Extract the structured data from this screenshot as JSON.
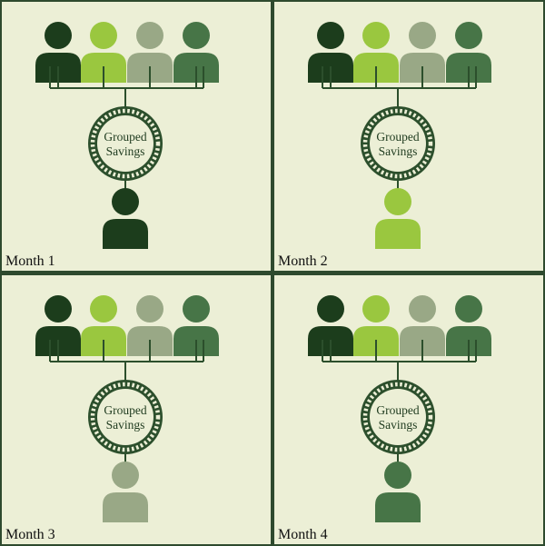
{
  "panels": [
    {
      "label": "Month 1",
      "recipient_color": "#1c3d1c"
    },
    {
      "label": "Month 2",
      "recipient_color": "#9ac73f"
    },
    {
      "label": "Month 3",
      "recipient_color": "#99a886"
    },
    {
      "label": "Month 4",
      "recipient_color": "#477547"
    }
  ],
  "members": [
    {
      "name": "member-dark-green",
      "color": "#1c3d1c"
    },
    {
      "name": "member-lime-green",
      "color": "#9ac73f"
    },
    {
      "name": "member-sage-green",
      "color": "#99a886"
    },
    {
      "name": "member-medium-green",
      "color": "#477547"
    }
  ],
  "pool": {
    "line1": "Grouped",
    "line2": "Savings"
  },
  "colors": {
    "panel_background": "#ecefd6",
    "border": "#2e4a2e",
    "line": "#2c4f2c",
    "badge": "#2c4f2c"
  },
  "icons": {
    "member": "person-icon",
    "pool": "gear-badge-icon",
    "arrow": "arrow-down-icon"
  }
}
